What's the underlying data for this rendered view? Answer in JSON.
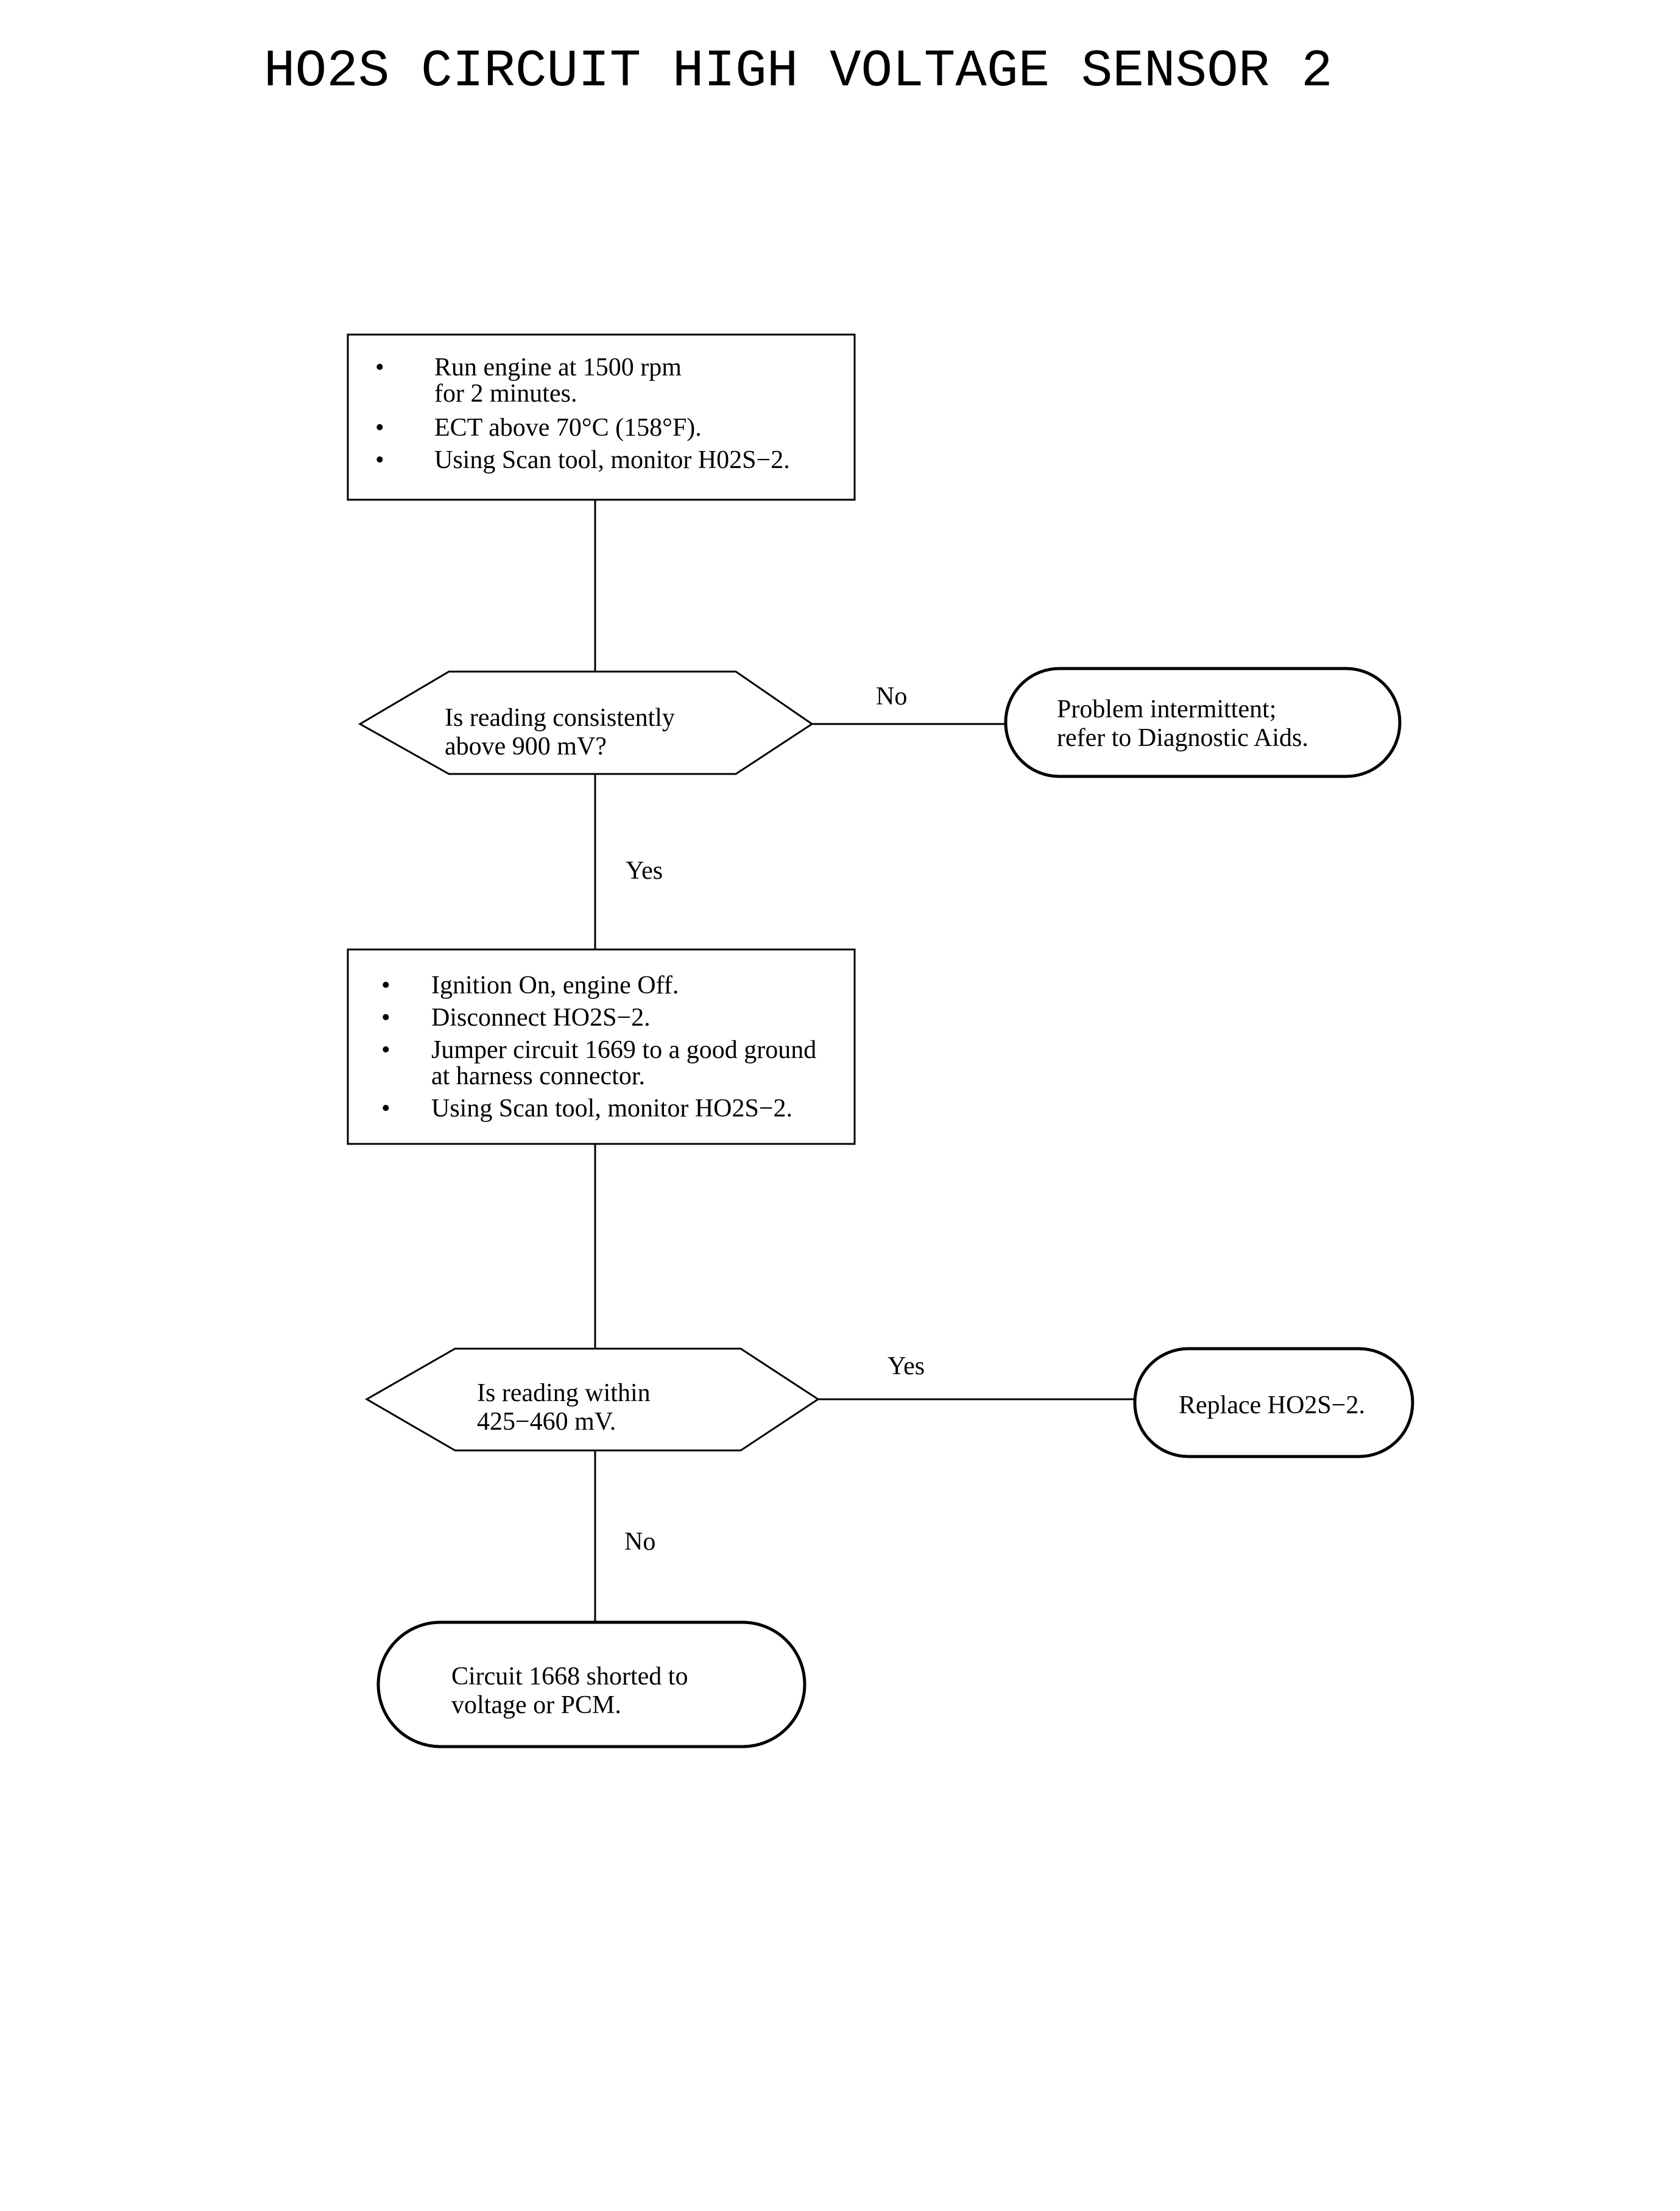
{
  "title": "HO2S CIRCUIT HIGH VOLTAGE SENSOR 2",
  "step1": {
    "bullet": "•",
    "lines": [
      "Run engine at 1500 rpm",
      "for 2 minutes.",
      "ECT above 70°C (158°F).",
      "Using Scan tool, monitor  H02S−2."
    ]
  },
  "decision1": {
    "lines": [
      "Is reading consistently",
      "above 900 mV?"
    ],
    "no_label": "No",
    "yes_label": "Yes"
  },
  "result_intermittent": {
    "lines": [
      "Problem intermittent;",
      "refer to Diagnostic Aids."
    ]
  },
  "step2": {
    "bullet": "•",
    "lines": [
      "Ignition On, engine Off.",
      "Disconnect HO2S−2.",
      "Jumper circuit 1669 to a good ground",
      "at harness connector.",
      "Using Scan tool, monitor HO2S−2."
    ]
  },
  "decision2": {
    "lines": [
      "Is reading within",
      "425−460 mV."
    ],
    "yes_label": "Yes",
    "no_label": "No"
  },
  "result_replace": {
    "text": "Replace HO2S−2."
  },
  "result_shorted": {
    "lines": [
      "Circuit 1668 shorted to",
      "voltage or PCM."
    ]
  }
}
